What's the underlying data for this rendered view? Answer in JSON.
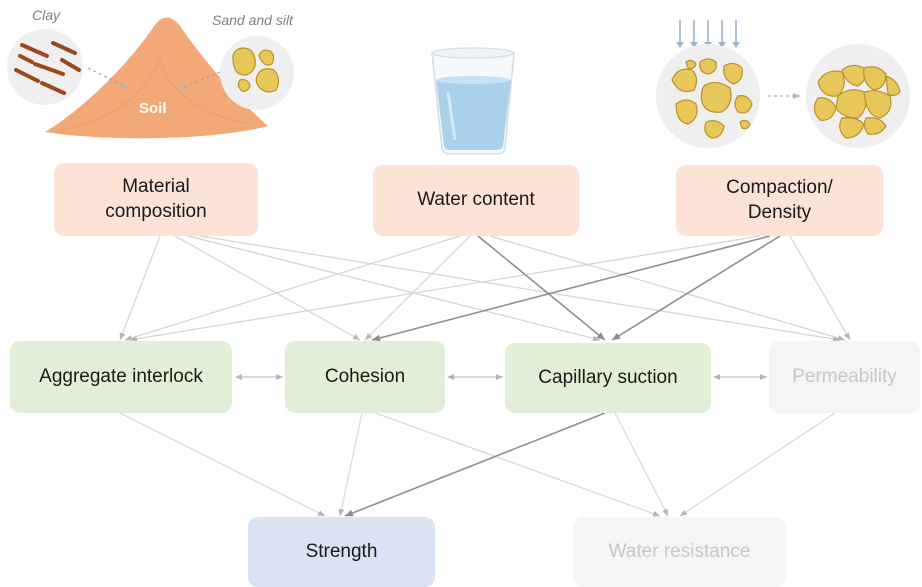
{
  "illustrations": {
    "clay_label": "Clay",
    "sand_label": "Sand and silt",
    "soil_label": "Soil"
  },
  "factors": {
    "material": "Material composition",
    "water": "Water content",
    "compaction_line1": "Compaction/",
    "compaction_line2": "Density"
  },
  "mechanisms": {
    "aggregate": "Aggregate interlock",
    "cohesion": "Cohesion",
    "capillary": "Capillary suction",
    "permeability": "Permeability"
  },
  "outcomes": {
    "strength": "Strength",
    "water_resistance": "Water resistance"
  },
  "colors": {
    "factor_box": "#fce3d6",
    "mechanism_box": "#e1efd6",
    "strength_box": "#d9e3f3",
    "faded_box": "#f5f5f5",
    "soil": "#f2a877",
    "grain": "#e8c75a",
    "clay_rod": "#a0461f",
    "water": "#a9d1ec"
  }
}
